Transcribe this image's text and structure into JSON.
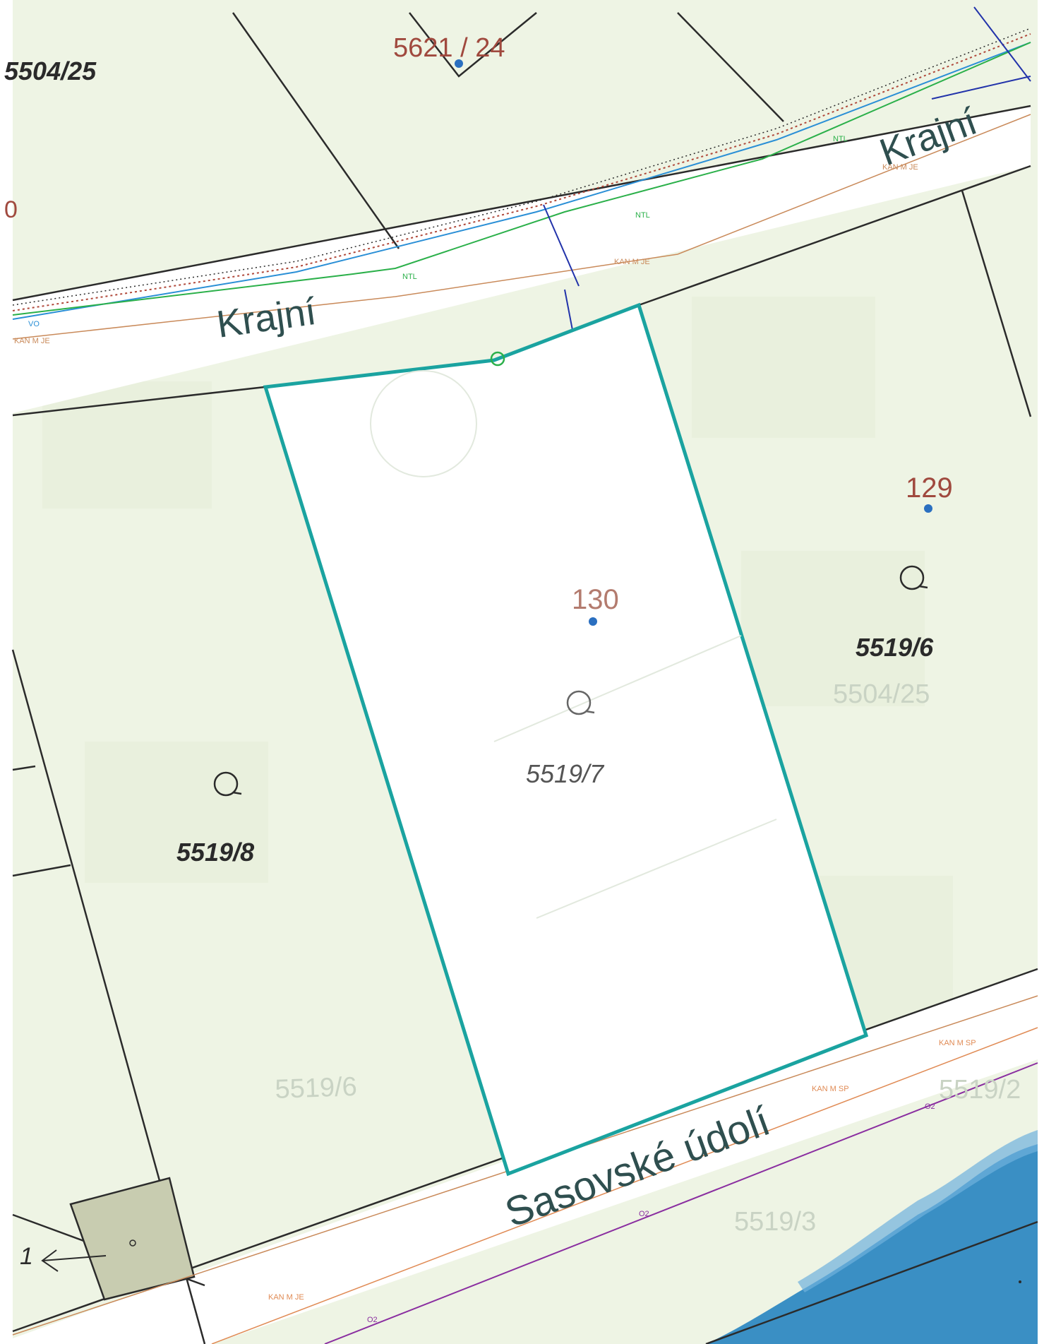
{
  "map": {
    "street_labels": [
      "Krajní",
      "Krajní",
      "Sasovské údolí"
    ],
    "parcel_labels": {
      "north": "5621 / 24",
      "northwest": "5504/25",
      "west_edge": "0",
      "main": "5519/7",
      "east": "5519/6",
      "west": "5519/8"
    },
    "house_numbers": {
      "main": "130",
      "east": "129"
    },
    "background_labels": [
      "5504/25",
      "5519/6",
      "5519/3",
      "5519/2"
    ],
    "utility_codes": {
      "water": "VO",
      "gas": "NTL",
      "sewer_east": "KAN M JE",
      "sewer_south": "KAN M SP",
      "pipe_o2": "O2"
    },
    "arrow_marker": "1",
    "colors": {
      "boundary": "#1aa3a0",
      "background_green": "#eef4e4",
      "road": "#ffffff",
      "parcel_line": "#2b2b2b",
      "gas_line": "#2bb04a",
      "water_line": "#2a8fd6",
      "sewer_line": "#c98a5a",
      "o2_line": "#8a2ea0",
      "water_body": "#3a8fc4",
      "building": "#c8ccb0",
      "house_number_red": "#a0493e"
    },
    "icons": [
      "parcel-symbol-icon",
      "address-point-icon",
      "arrow-left-icon"
    ]
  }
}
